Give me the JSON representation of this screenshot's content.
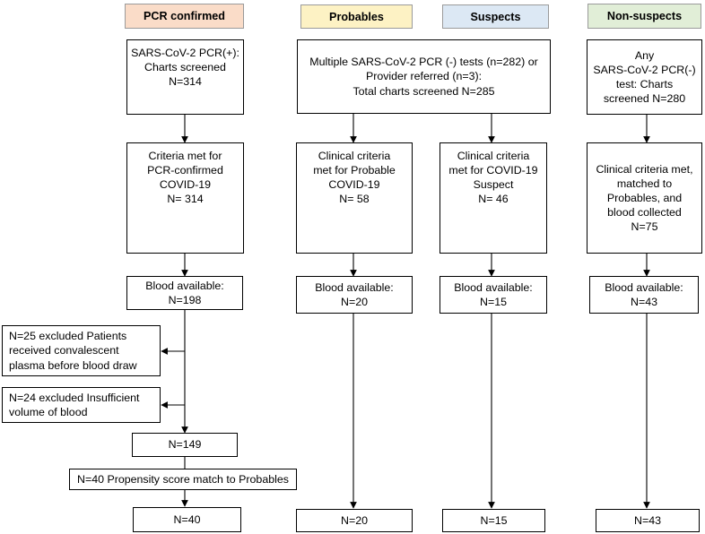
{
  "headers": {
    "pcr": {
      "label": "PCR confirmed",
      "color": "#fadcc8"
    },
    "probables": {
      "label": "Probables",
      "color": "#fdf2c4"
    },
    "suspects": {
      "label": "Suspects",
      "color": "#dce8f4"
    },
    "nonsuspects": {
      "label": "Non-suspects",
      "color": "#e1eed7"
    }
  },
  "pcr": {
    "screened": "SARS-CoV-2 PCR(+):\nCharts screened\nN=314",
    "criteria": "Criteria met for\nPCR-confirmed\nCOVID-19\nN= 314",
    "blood": "Blood available:\nN=198",
    "excluded_plasma": "N=25 excluded Patients\nreceived convalescent\nplasma before blood draw",
    "excluded_volume": "N=24 excluded Insufficient\nvolume of blood",
    "n149": "N=149",
    "propensity": "N=40 Propensity score match to Probables",
    "final": "N=40"
  },
  "shared_screen": "Multiple SARS-CoV-2 PCR (-) tests (n=282) or\nProvider referred (n=3):\nTotal charts screened N=285",
  "probables": {
    "criteria": "Clinical criteria\nmet for Probable\nCOVID-19\nN= 58",
    "blood": "Blood available:\nN=20",
    "final": "N=20"
  },
  "suspects": {
    "criteria": "Clinical criteria\nmet for COVID-19\nSuspect\nN= 46",
    "blood": "Blood available:\nN=15",
    "final": "N=15"
  },
  "nonsuspects": {
    "screened": "Any\nSARS-CoV-2 PCR(-)\ntest: Charts\nscreened N=280",
    "criteria": "Clinical criteria met,\nmatched to\nProbables, and\nblood collected\nN=75",
    "blood": "Blood available:\nN=43",
    "final": "N=43"
  }
}
